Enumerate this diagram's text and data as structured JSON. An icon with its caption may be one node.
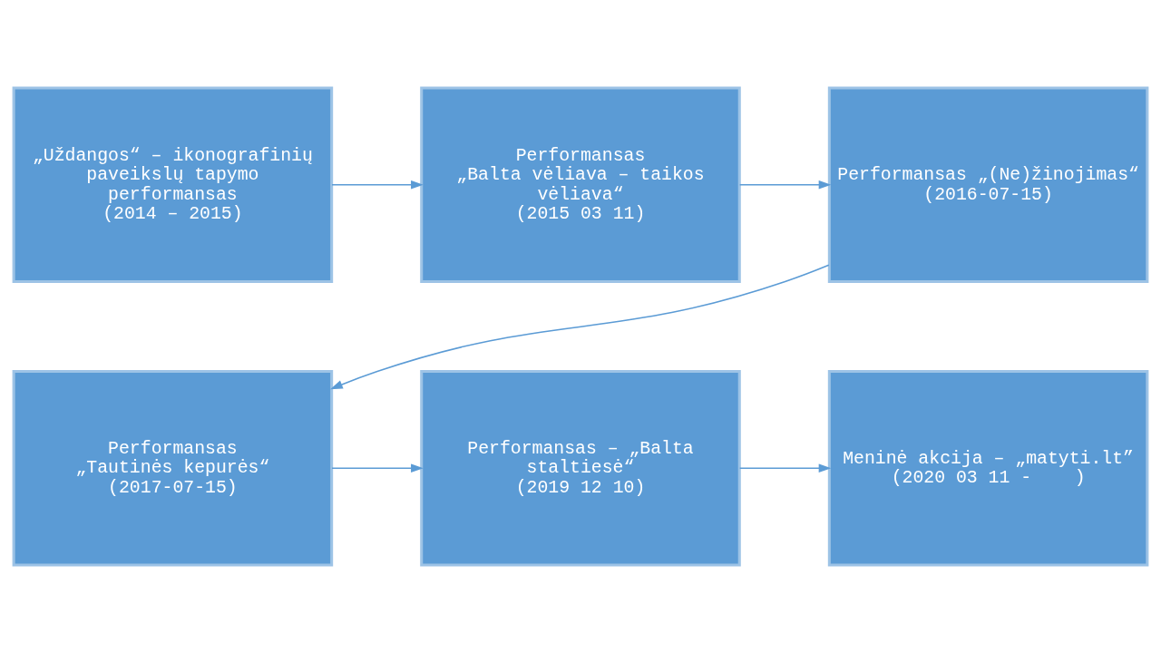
{
  "diagram": {
    "nodes": [
      {
        "text": [
          "„Uždangos“ – ikonografinių paveikslų tapymo performansas",
          "(2014 – 2015)"
        ]
      },
      {
        "text": [
          "Performansas",
          "„Balta vėliava – taikos vėliava“",
          "(2015 03 11)"
        ]
      },
      {
        "text": [
          "Performansas „(Ne)žinojimas“",
          "(2016-07-15)"
        ]
      },
      {
        "text": [
          "Performansas",
          "„Tautinės kepurės“",
          "(2017-07-15)"
        ]
      },
      {
        "text": [
          "Performansas – „Balta staltiesė“",
          "(2019 12 10)"
        ]
      },
      {
        "text": [
          "Meninė akcija – „matyti.lt”",
          "(2020 03 11 -    )"
        ]
      }
    ],
    "edges": [
      {
        "from": 0,
        "to": 1,
        "arrow": "to"
      },
      {
        "from": 1,
        "to": 2,
        "arrow": "to"
      },
      {
        "from": 2,
        "to": 3,
        "arrow": "to"
      },
      {
        "from": 3,
        "to": 4,
        "arrow": "to"
      },
      {
        "from": 4,
        "to": 5,
        "arrow": "to"
      }
    ]
  }
}
